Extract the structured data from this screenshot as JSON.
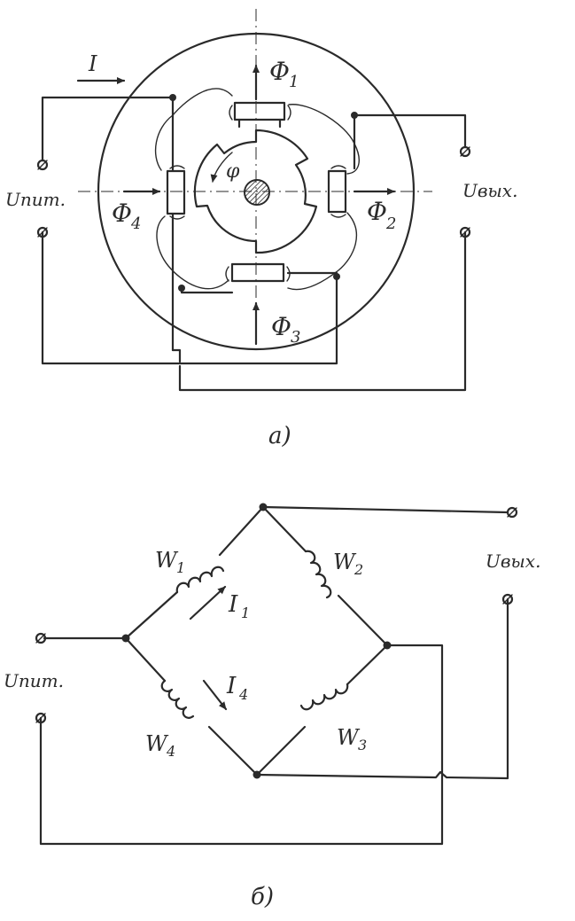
{
  "diagram_a": {
    "caption": "а)",
    "current_label": "I",
    "phi_angle_label": "φ",
    "fluxes": [
      {
        "base": "Φ",
        "sub": "1"
      },
      {
        "base": "Φ",
        "sub": "2"
      },
      {
        "base": "Φ",
        "sub": "3"
      },
      {
        "base": "Φ",
        "sub": "4"
      }
    ],
    "supply_label": "Uпит.",
    "output_label": "Uвых."
  },
  "diagram_b": {
    "caption": "б)",
    "windings": [
      {
        "base": "W",
        "sub": "1"
      },
      {
        "base": "W",
        "sub": "2"
      },
      {
        "base": "W",
        "sub": "3"
      },
      {
        "base": "W",
        "sub": "4"
      }
    ],
    "currents": [
      {
        "base": "I",
        "sub": "1"
      },
      {
        "base": "I",
        "sub": "4"
      }
    ],
    "supply_label": "Uпит.",
    "output_label": "Uвых."
  },
  "colors": {
    "ink": "#2a2a2a",
    "paper": "#ffffff",
    "shaft_hatch": "#2a2a2a"
  }
}
